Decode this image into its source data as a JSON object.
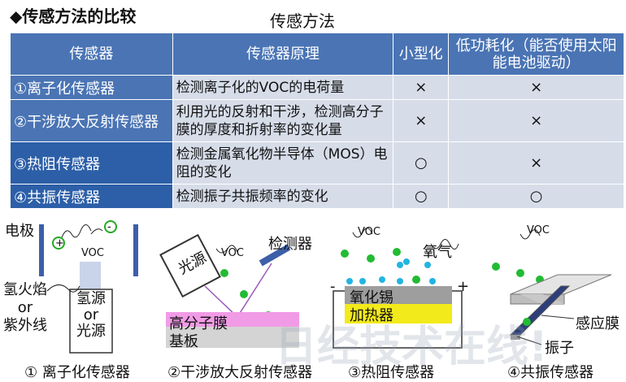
{
  "heading": "◆传感方法的比较",
  "subtitle": "传感方法",
  "table": {
    "headers": [
      "传感器",
      "传感器原理",
      "小型化",
      "低功耗化（能否使用太阳能电池驱动）"
    ],
    "rows": [
      {
        "name": "①离子化传感器",
        "desc": "检测离子化的VOC的电荷量",
        "small": "×",
        "power": "×"
      },
      {
        "name": "②干涉放大反射传感器",
        "desc": "利用光的反射和干涉，检测高分子膜的厚度和折射率的变化量",
        "small": "×",
        "power": "×"
      },
      {
        "name": "③热阻传感器",
        "desc": "检测金属氧化物半导体（MOS）电阻的变化",
        "small": "○",
        "power": "×"
      },
      {
        "name": "④共振传感器",
        "desc": "检测振子共振频率的变化",
        "small": "○",
        "power": "○"
      }
    ]
  },
  "d1": {
    "electrode": "电极",
    "plus": "+",
    "minus": "-",
    "voc": "VOC",
    "flame": "氢火焰\nor\n紫外线",
    "source": "氢源\nor\n光源",
    "caption": "① 离子化传感器"
  },
  "d2": {
    "light": "光源",
    "voc": "VOC",
    "detector": "检测器",
    "film": "高分子膜",
    "substrate": "基板",
    "caption": "②干涉放大反射传感器"
  },
  "d3": {
    "voc": "VOC",
    "oxygen": "氧气",
    "minus": "-",
    "plus": "+",
    "tin": "氧化锡",
    "heater": "加热器",
    "caption": "③热阻传感器"
  },
  "d4": {
    "voc": "VOC",
    "membrane": "感应膜",
    "vibrator": "振子",
    "caption": "④共振传感器"
  },
  "watermark": "日经技术在线!"
}
